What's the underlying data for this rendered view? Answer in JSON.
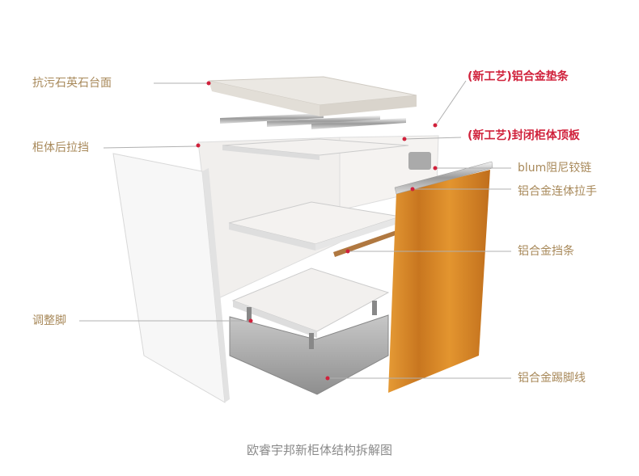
{
  "labels": {
    "countertop": "抗污石英石台面",
    "back_brace": "柜体后拉挡",
    "adjust_foot": "调整脚",
    "alu_pad_strip": "(新工艺)铝合金垫条",
    "sealed_top_board": "(新工艺)封闭柜体顶板",
    "blum_hinge": "blum阻尼铰链",
    "alu_handle": "铝合金连体拉手",
    "alu_stop_strip": "铝合金挡条",
    "alu_kickboard": "铝合金踢脚线"
  },
  "title": "欧睿宇邦新柜体结构拆解图",
  "colors": {
    "label_gold": "#a8895a",
    "label_red": "#d0213b",
    "wood": "#d98a2a",
    "leader_line": "#b0b0b0"
  }
}
